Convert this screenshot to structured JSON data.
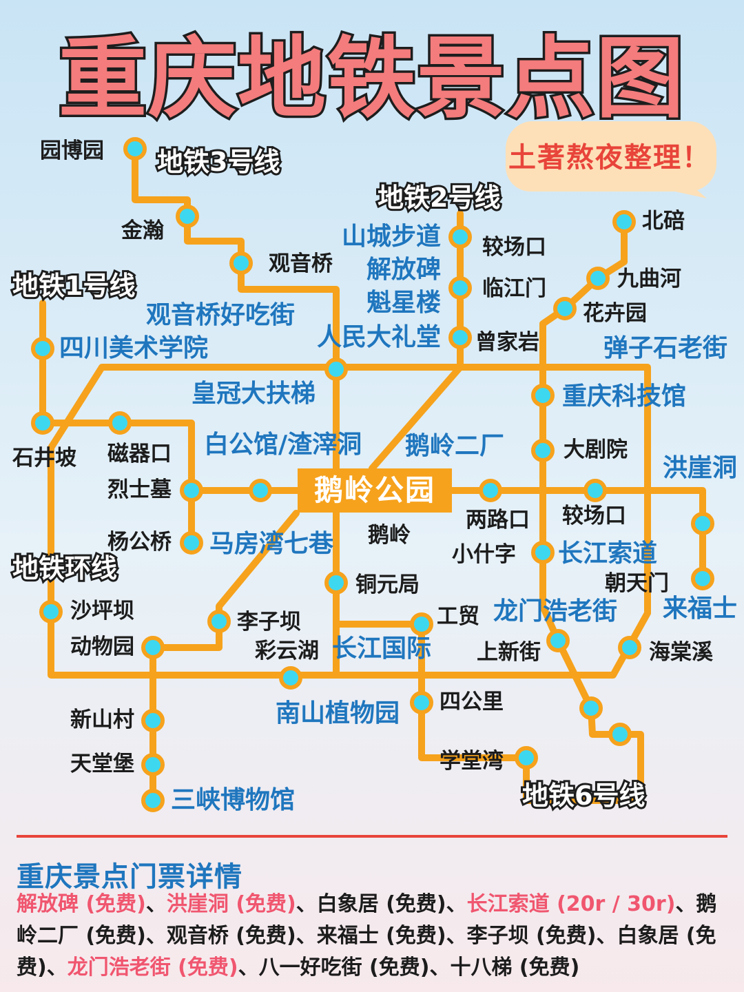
{
  "title": "重庆地铁景点图",
  "bubble_note": "土著熬夜整理！",
  "colors": {
    "line": "#f6a21c",
    "station": "#3dd8f0",
    "accent": "#e8443a",
    "blue_label": "#1f76be",
    "pink": "#f0566f"
  },
  "lines": {
    "line3": "地铁3号线",
    "line2": "地铁2号线",
    "line1": "地铁1号线",
    "loop": "地铁环线",
    "line6": "地铁6号线"
  },
  "center_station": "鹅岭公园",
  "stations": {
    "yuanboyuan": "园博园",
    "jinhan": "金瀚",
    "guanyinqiao": "观音桥",
    "shijingpo": "石井坡",
    "ciqikou": "磁器口",
    "lieshimu": "烈士墓",
    "yanggongqiao": "杨公桥",
    "shapingba": "沙坪坝",
    "dongwuyuan": "动物园",
    "xinshancun": "新山村",
    "tiantangbao": "天堂堡",
    "jiaochangkou": "较场口",
    "linjiangmen": "临江门",
    "zengjiayan": "曾家岩",
    "beibei": "北碚",
    "jiuquhe": "九曲河",
    "huahuiyuan": "花卉园",
    "dajuyuan": "大剧院",
    "liangluko": "两路口",
    "jiaochangkou2": "较场口",
    "eling": "鹅岭",
    "xiaoshizi": "小什字",
    "chaotianmen": "朝天门",
    "tongyuanju": "铜元局",
    "lizi_ba": "李子坝",
    "caiyunhu": "彩云湖",
    "gongmao": "工贸",
    "shangxinjie": "上新街",
    "haitangxi": "海棠溪",
    "sigongli": "四公里",
    "xuetangwan": "学堂湾"
  },
  "attractions": {
    "shancheng_budao": "山城步道",
    "jiefangbei": "解放碑",
    "kuixinglou": "魁星楼",
    "renmin_dalitang": "人民大礼堂",
    "guanyinqiao_food": "观音桥好吃街",
    "sichuan_art": "四川美术学院",
    "danzishi": "弹子石老街",
    "huangguan": "皇冠大扶梯",
    "chongqing_kejiguan": "重庆科技馆",
    "baigongguan": "白公馆/渣滓洞",
    "eling_erchang": "鹅岭二厂",
    "hongyadong": "洪崖洞",
    "mafangwan": "马房湾七巷",
    "changjiang_suodao": "长江索道",
    "laifushi": "来福士",
    "longmenhao": "龙门浩老街",
    "changjiang_guoji": "长江国际",
    "nanshan": "南山植物园",
    "sanxia": "三峡博物馆"
  },
  "ticket_info": {
    "heading": "重庆景点门票详情",
    "items": [
      {
        "text": "解放碑 (免费)",
        "highlight": true
      },
      {
        "text": "、",
        "highlight": false
      },
      {
        "text": "洪崖洞 (免费)",
        "highlight": true
      },
      {
        "text": "、白象居 (免费)、",
        "highlight": false
      },
      {
        "text": "长江索道 (20r / 30r)",
        "highlight": true
      },
      {
        "text": "、鹅岭二厂 (免费)、观音桥 (免费)、来福士 (免费)、李子坝 (免费)、白象居 (免费)、",
        "highlight": false
      },
      {
        "text": "龙门浩老街 (免费)",
        "highlight": true
      },
      {
        "text": "、八一好吃街 (免费)、十八梯 (免费)",
        "highlight": false
      }
    ]
  }
}
